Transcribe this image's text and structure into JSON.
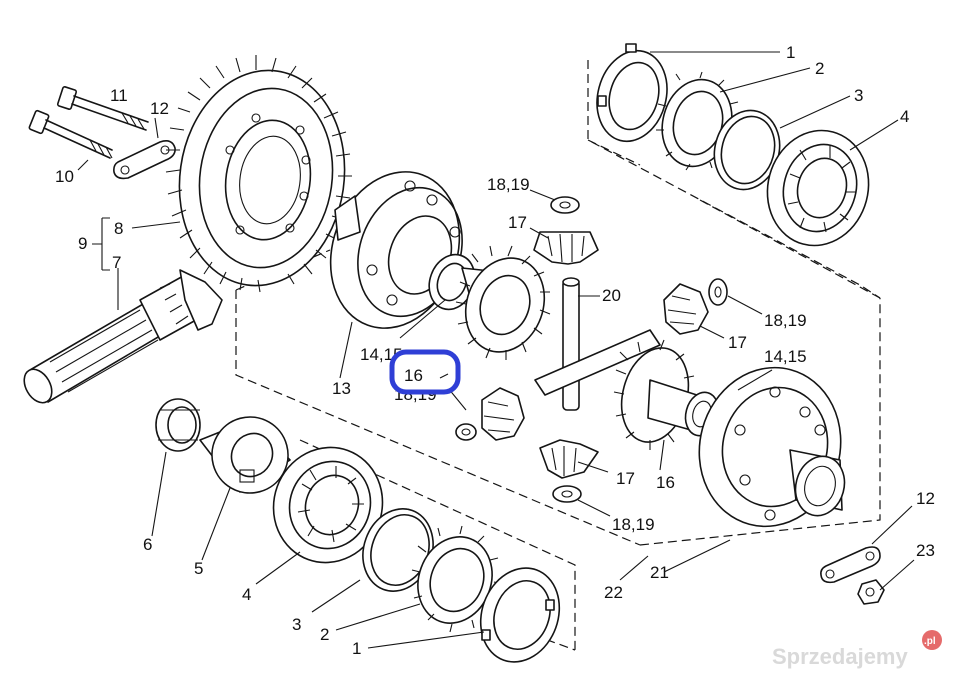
{
  "diagram": {
    "labels": {
      "l1_top": "1",
      "l2_top": "2",
      "l3_top": "3",
      "l4_top": "4",
      "l10": "10",
      "l11": "11",
      "l12_left": "12",
      "l8": "8",
      "l9": "9",
      "l7": "7",
      "l1819_top": "18,19",
      "l17_top": "17",
      "l20": "20",
      "l1819_right": "18,19",
      "l17_right": "17",
      "l1415_left": "14,15",
      "l1415_right": "14,15",
      "l13": "13",
      "l16_circled": "16",
      "l1819_hidden": "18,19",
      "l17_bottom": "17",
      "l16_right": "16",
      "l1819_bottom": "18,19",
      "l6": "6",
      "l5": "5",
      "l4_bottom": "4",
      "l3_bottom": "3",
      "l2_bottom": "2",
      "l1_bottom": "1",
      "l22": "22",
      "l21": "21",
      "l12_right": "12",
      "l23": "23"
    },
    "highlight_color": "#2f3fd6",
    "ink_color": "#151515"
  },
  "watermark": {
    "text": "Sprzedajemy",
    "badge": ".pl"
  }
}
